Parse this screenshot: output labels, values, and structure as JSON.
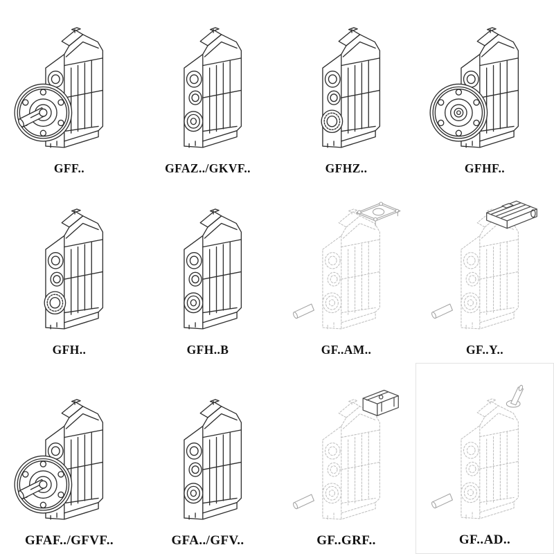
{
  "page": {
    "colors": {
      "background": "#ffffff",
      "line": "#2e2e2e",
      "ghost_line": "#c0c0c0",
      "label_text": "#111111"
    }
  },
  "grid": {
    "columns": 4,
    "rows": 3,
    "items": [
      {
        "label": "GFF..",
        "drawing": "gear-unit-output-flange-shaft"
      },
      {
        "label": "GFAZ../GKVF..",
        "drawing": "gear-unit-hollow-bore"
      },
      {
        "label": "GFHZ..",
        "drawing": "gear-unit-hollow-bore"
      },
      {
        "label": "GFHF..",
        "drawing": "gear-unit-flange-hollow"
      },
      {
        "label": "GFH..",
        "drawing": "gear-unit-foot-bearing"
      },
      {
        "label": "GFH..B",
        "drawing": "gear-unit-foot-bearing"
      },
      {
        "label": "GF..AM..",
        "drawing": "gear-unit-motor-adapter-flange"
      },
      {
        "label": "GF..Y..",
        "drawing": "gear-unit-with-motor"
      },
      {
        "label": "GFAF../GFVF..",
        "drawing": "gear-unit-output-flange-shaft"
      },
      {
        "label": "GFA../GFV..",
        "drawing": "gear-unit-hollow-bore"
      },
      {
        "label": "GF..GRF..",
        "drawing": "gear-unit-adapter-box"
      },
      {
        "label": "GF..AD..",
        "drawing": "gear-unit-input-shaft-adapter"
      }
    ]
  }
}
